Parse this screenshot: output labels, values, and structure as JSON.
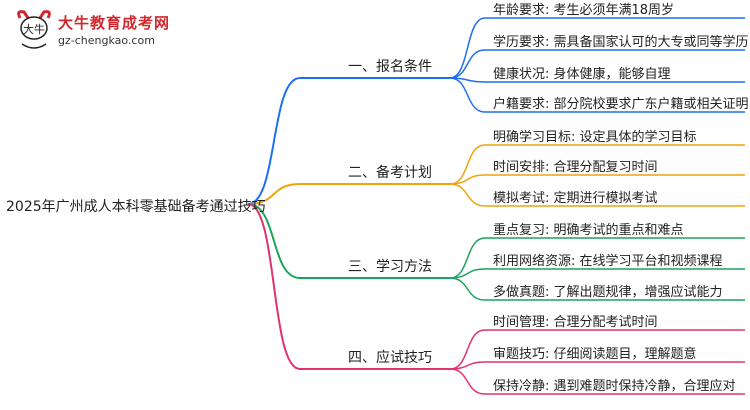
{
  "logo": {
    "title": "大牛教育成考网",
    "url": "gz-chengkao.com",
    "mark_text": "大牛"
  },
  "mindmap": {
    "root": "2025年广州成人本科零基础备考通过技巧",
    "branches": [
      {
        "label": "一、报名条件",
        "color": "#1e6ff0",
        "leaves": [
          "年龄要求: 考生必须年满18周岁",
          "学历要求: 需具备国家认可的大专或同等学历",
          "健康状况: 身体健康，能够自理",
          "户籍要求: 部分院校要求广东户籍或相关证明"
        ]
      },
      {
        "label": "二、备考计划",
        "color": "#f0a30a",
        "leaves": [
          "明确学习目标: 设定具体的学习目标",
          "时间安排: 合理分配复习时间",
          "模拟考试: 定期进行模拟考试"
        ]
      },
      {
        "label": "三、学习方法",
        "color": "#1aa35a",
        "leaves": [
          "重点复习: 明确考试的重点和难点",
          "利用网络资源: 在线学习平台和视频课程",
          "多做真题: 了解出题规律，增强应试能力"
        ]
      },
      {
        "label": "四、应试技巧",
        "color": "#e0336c",
        "leaves": [
          "时间管理: 合理分配考试时间",
          "审题技巧: 仔细阅读题目，理解题意",
          "保持冷静: 遇到难题时保持冷静，合理应对"
        ]
      }
    ]
  }
}
